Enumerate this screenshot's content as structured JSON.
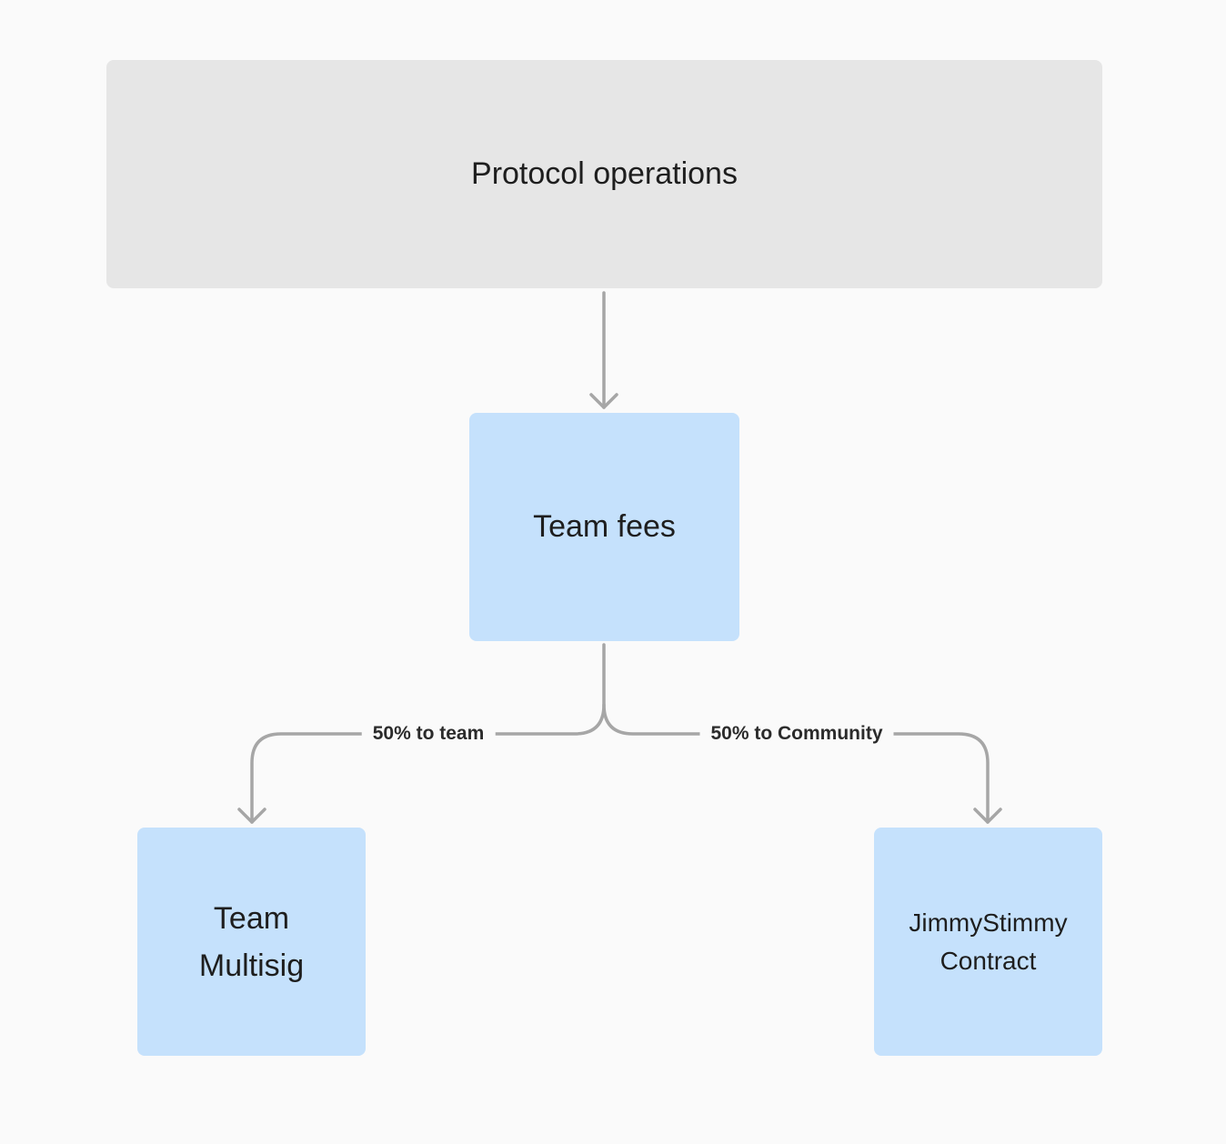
{
  "nodes": {
    "protocol": "Protocol operations",
    "team_fees": "Team fees",
    "team_multisig": {
      "line1": "Team",
      "line2": "Multisig"
    },
    "jimmystimmy": {
      "line1": "JimmyStimmy",
      "line2": "Contract"
    }
  },
  "edges": {
    "to_team": "50% to team",
    "to_community": "50% to Community"
  },
  "colors": {
    "background": "#fafafa",
    "gray_node": "#e6e6e6",
    "blue_node": "#c5e1fc",
    "connector": "#a6a6a6"
  }
}
